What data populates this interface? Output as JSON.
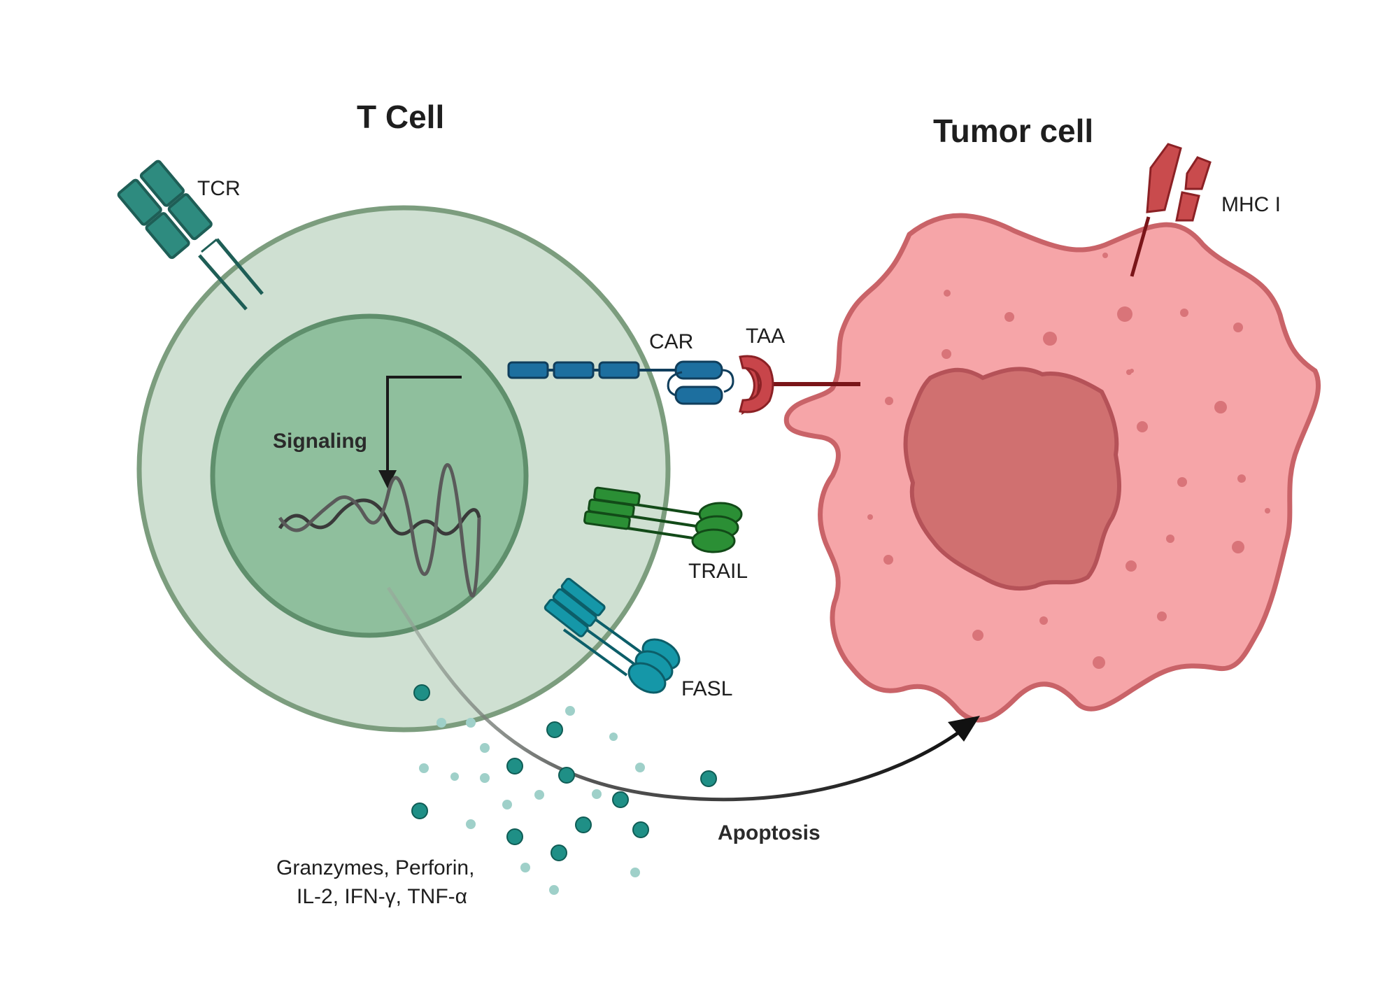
{
  "titles": {
    "t_cell": "T Cell",
    "tumor_cell": "Tumor cell"
  },
  "labels": {
    "tcr": "TCR",
    "car": "CAR",
    "taa": "TAA",
    "mhc": "MHC I",
    "trail": "TRAIL",
    "fasl": "FASL",
    "signaling": "Signaling",
    "apoptosis": "Apoptosis",
    "cytokines_line1": "Granzymes, Perforin,",
    "cytokines_line2": "IL-2, IFN-γ, TNF-α"
  },
  "colors": {
    "t_cell_fill": "#cfe0d2",
    "t_cell_stroke": "#7c9d7e",
    "nucleus_fill": "#8fbf9d",
    "nucleus_stroke": "#5f8f6c",
    "tumor_fill": "#f6a5a8",
    "tumor_stroke": "#c96368",
    "tumor_nucleus_fill": "#d07070",
    "tumor_nucleus_stroke": "#b55258",
    "tcr": "#2e8b7f",
    "car": "#1d6f9f",
    "taa": "#c8454a",
    "mhc": "#c94b4d",
    "trail": "#2b8f35",
    "fasl": "#1597a8",
    "granule": "#1f8f86"
  }
}
